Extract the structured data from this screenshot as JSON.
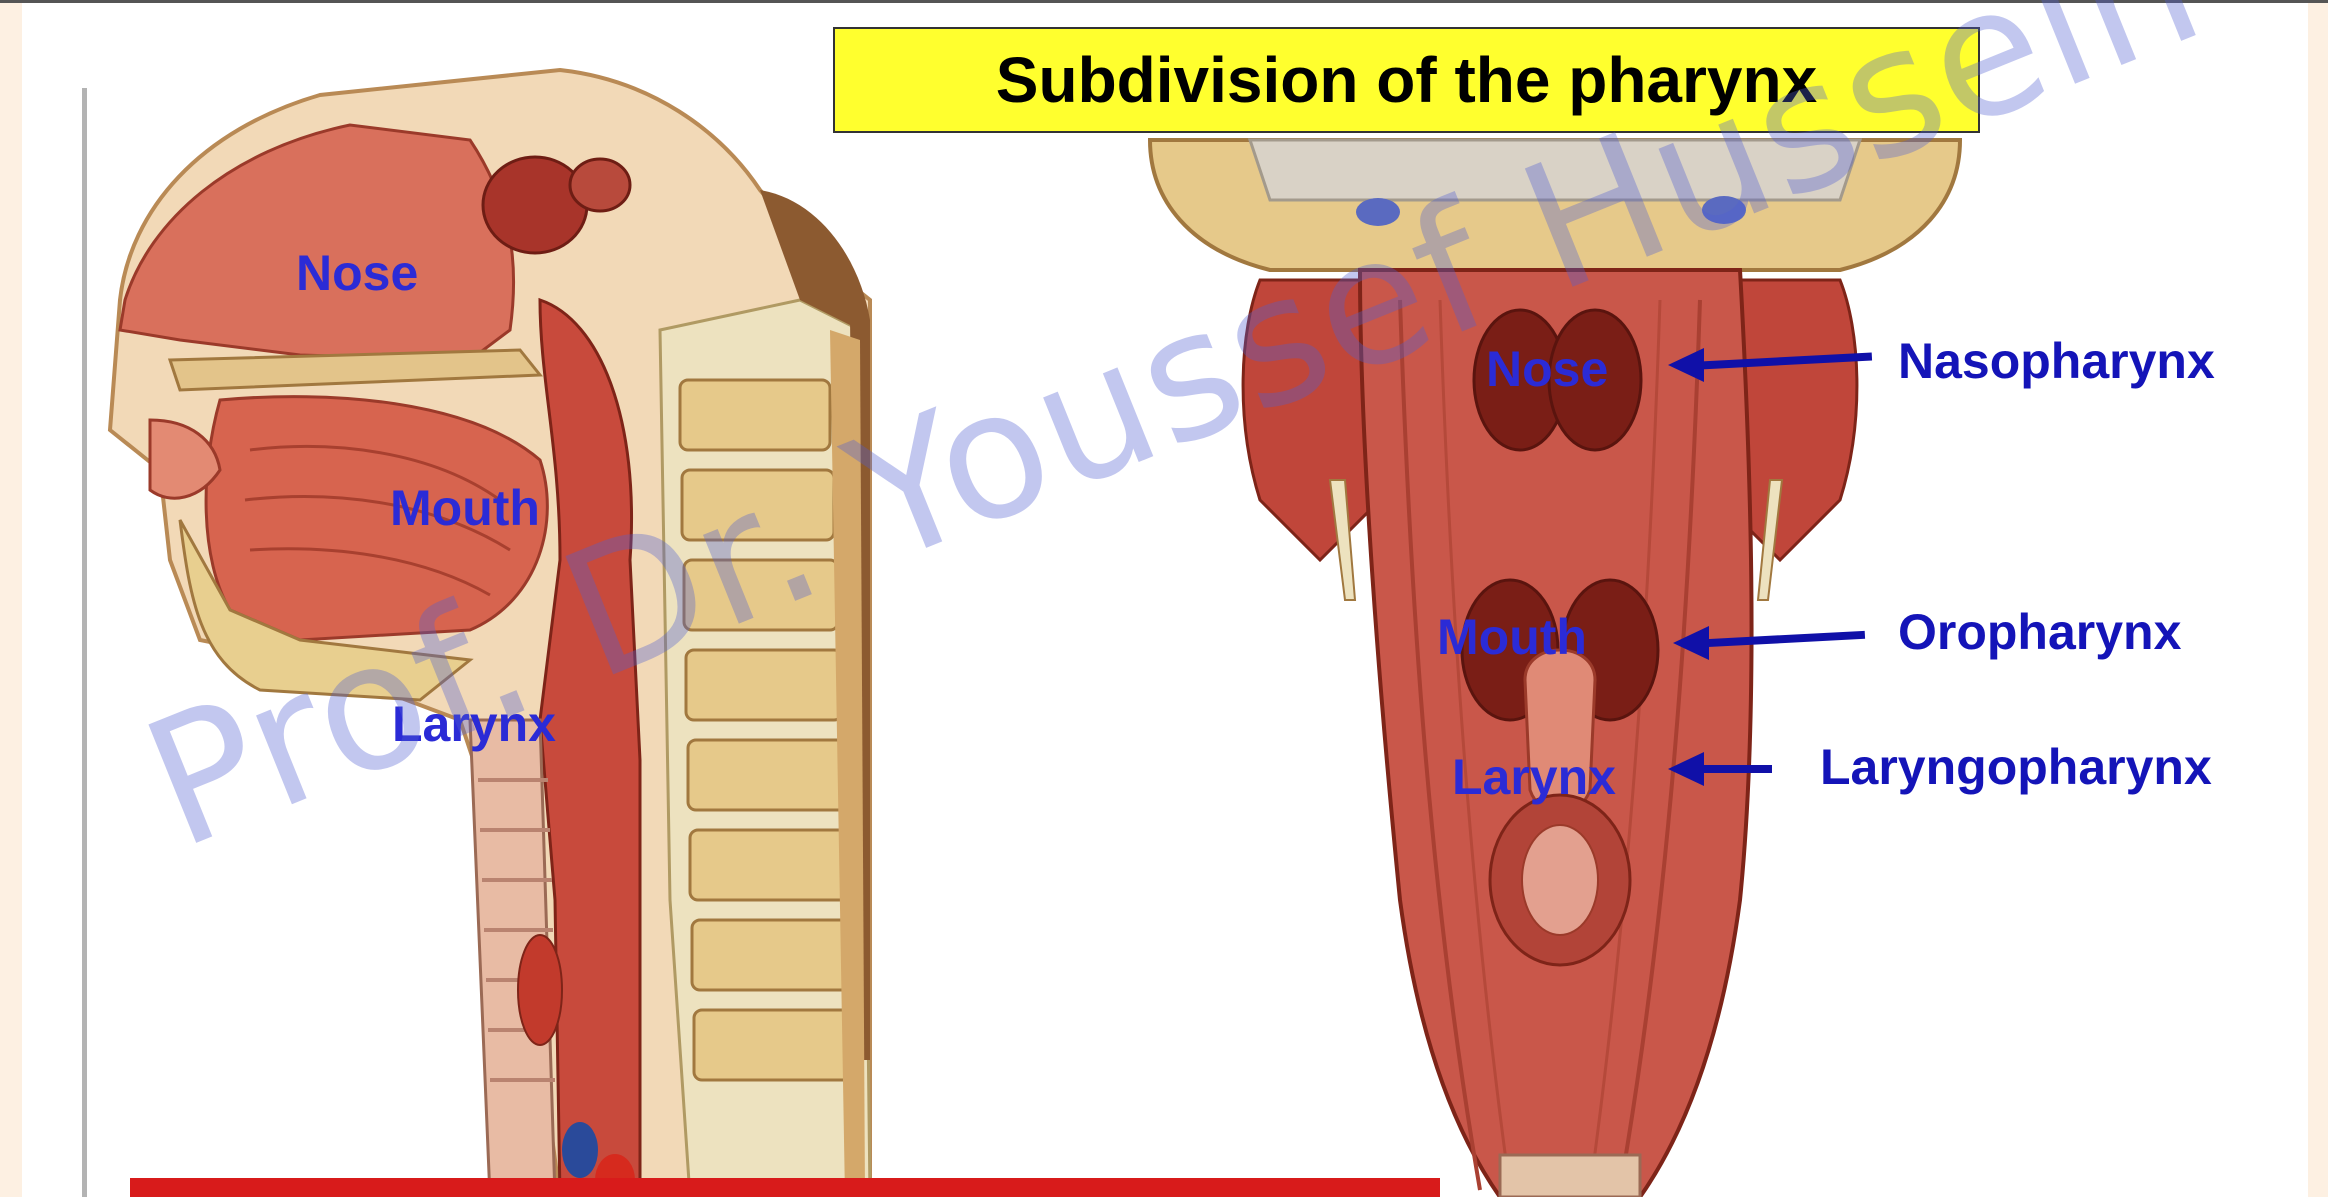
{
  "title": "Subdivision of the pharynx",
  "sagittal_labels": {
    "nose": "Nose",
    "mouth": "Mouth",
    "larynx": "Larynx"
  },
  "posterior_labels": {
    "nose": "Nose",
    "mouth": "Mouth",
    "larynx": "Larynx"
  },
  "subdivisions": {
    "nasopharynx": "Nasopharynx",
    "oropharynx": "Oropharynx",
    "laryngopharynx": "Laryngopharynx"
  },
  "watermark": "Prof. Dr. Youssef Hussein",
  "colors": {
    "background": "#fdf0e2",
    "title_box": "#ffff2e",
    "label_blue": "#2b2bd6",
    "arrow_blue": "#1010a8",
    "tissue_red": "#c84a3c",
    "bone": "#e8cf8f",
    "footer_red": "#d81b1b"
  }
}
